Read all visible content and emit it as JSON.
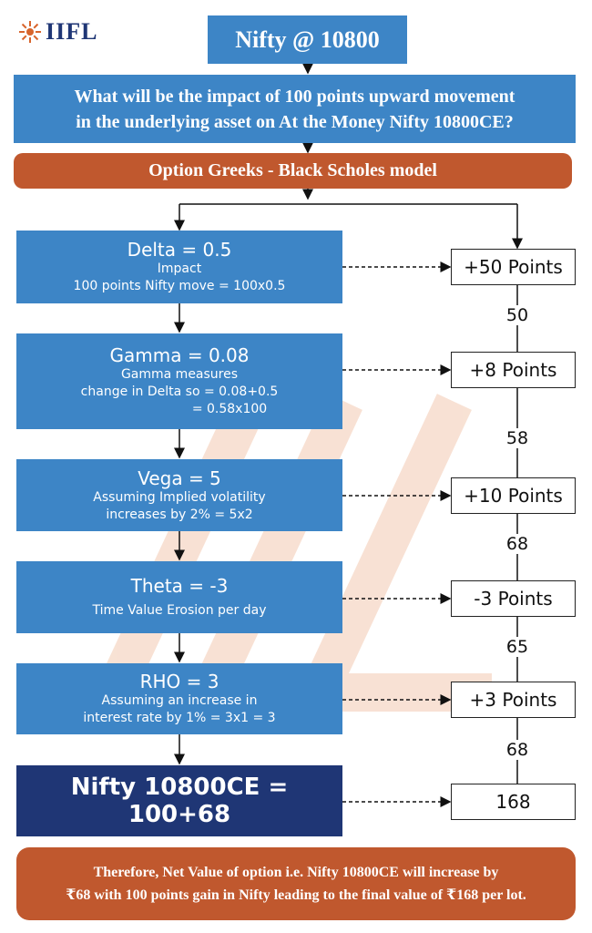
{
  "logo": {
    "text": "IIFL",
    "icon": "sunburst-logo-icon"
  },
  "header": {
    "title": "Nifty @ 10800"
  },
  "question": {
    "line1": "What will be the impact of 100 points upward movement",
    "line2": "in the underlying asset on At the Money Nifty 10800CE?"
  },
  "model_banner": "Option Greeks - Black Scholes model",
  "greeks": [
    {
      "title": "Delta = 0.5",
      "lines": [
        "Impact",
        "100 points Nifty move = 100x0.5"
      ],
      "result": "+50 Points"
    },
    {
      "title": "Gamma = 0.08",
      "lines": [
        "Gamma measures",
        "change in Delta so = 0.08+0.5",
        "= 0.58x100"
      ],
      "result": "+8 Points"
    },
    {
      "title": "Vega = 5",
      "lines": [
        "Assuming Implied volatility",
        "increases by 2% = 5x2"
      ],
      "result": "+10 Points"
    },
    {
      "title": "Theta = -3",
      "lines": [
        "Time Value Erosion per day"
      ],
      "result": "-3 Points"
    },
    {
      "title": "RHO = 3",
      "lines": [
        "Assuming an increase in",
        "interest rate by 1% = 3x1 = 3"
      ],
      "result": "+3 Points"
    }
  ],
  "running_totals": [
    "50",
    "58",
    "68",
    "65",
    "68"
  ],
  "final": {
    "label": "Nifty 10800CE = 100+68",
    "result": "168"
  },
  "conclusion": {
    "line1": "Therefore, Net Value of option i.e. Nifty 10800CE will increase by",
    "line2": "₹68 with 100 points gain in Nifty leading to the final value of ₹168 per lot."
  },
  "colors": {
    "blue": "#3d85c6",
    "orange": "#c0582e",
    "navy": "#1f3675"
  }
}
